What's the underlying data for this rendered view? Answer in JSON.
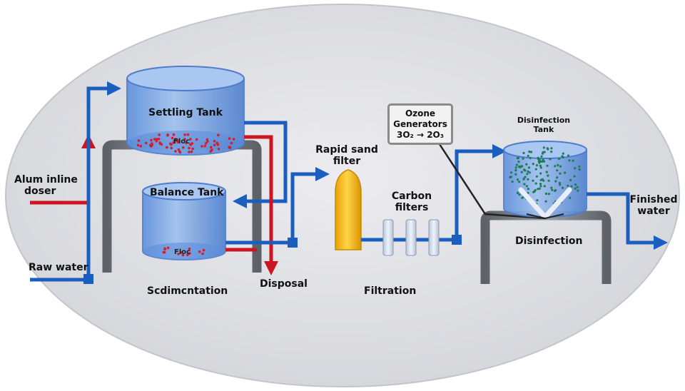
{
  "labels": {
    "settling_tank": "Settling Tank",
    "balance_tank": "Balance Tank",
    "floc_top": "Floc",
    "floc_bottom": "Floc",
    "alum_doser_line1": "Alum inline",
    "alum_doser_line2": "doser",
    "raw_water": "Raw water",
    "sedimentation": "Scdimcntation",
    "disposal": "Disposal",
    "rapid_sand_line1": "Rapid sand",
    "rapid_sand_line2": "filter",
    "carbon_line1": "Carbon",
    "carbon_line2": "filters",
    "filtration": "Filtration",
    "ozone_line1": "Ozone",
    "ozone_line2": "Generators",
    "ozone_formula": "3O₂ → 2O₃",
    "disinfection_tank_line1": "Disinfection",
    "disinfection_tank_line2": "Tank",
    "disinfection": "Disinfection",
    "finished_line1": "Finished",
    "finished_line2": "water"
  },
  "colors": {
    "blue_pipe": "#1a5fc0",
    "red_pipe": "#cc1520",
    "tank_blue": "#5a8fd8",
    "stand_gray": "#7b7f87",
    "sand_filter": "#f0b400",
    "ozone_bubbles": "#1f7a55",
    "floc_dots": "#d81c2c",
    "background": "#e6e6ea"
  }
}
